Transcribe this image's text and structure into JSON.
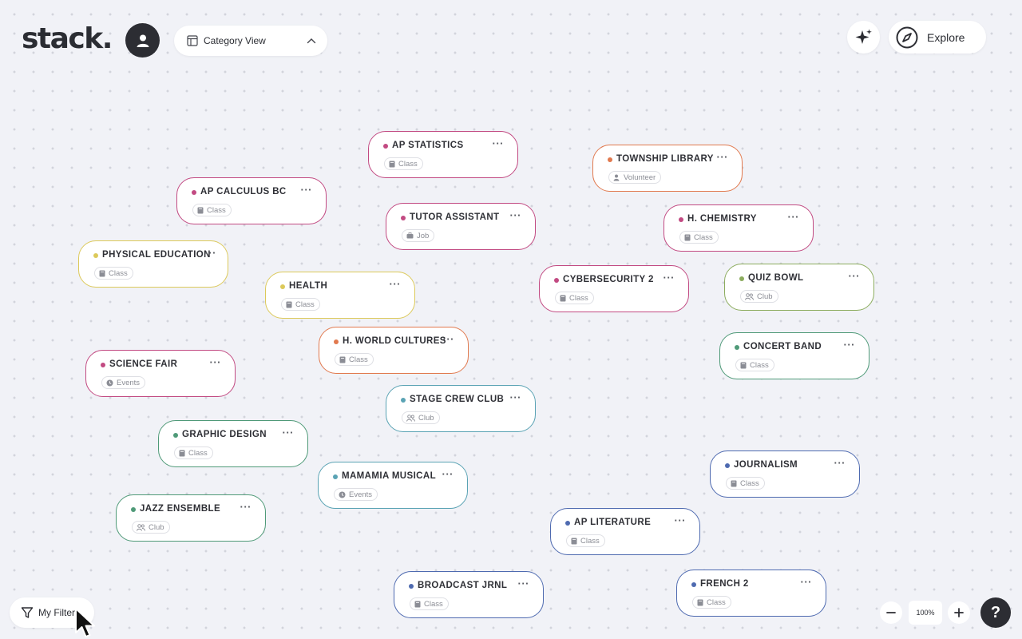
{
  "header": {
    "logo": "stack.",
    "view_selector": {
      "label": "Category View"
    },
    "explore_label": "Explore"
  },
  "cards": [
    {
      "title": "AP STATISTICS",
      "tag": "Class",
      "tag_icon": "book-icon",
      "color": "#c24a82"
    },
    {
      "title": "TOWNSHIP LIBRARY",
      "tag": "Volunteer",
      "tag_icon": "volunteer-icon",
      "color": "#e1794e"
    },
    {
      "title": "AP CALCULUS BC",
      "tag": "Class",
      "tag_icon": "book-icon",
      "color": "#c24a82"
    },
    {
      "title": "TUTOR ASSISTANT",
      "tag": "Job",
      "tag_icon": "briefcase-icon",
      "color": "#c24a82"
    },
    {
      "title": "H. CHEMISTRY",
      "tag": "Class",
      "tag_icon": "book-icon",
      "color": "#c24a82"
    },
    {
      "title": "PHYSICAL EDUCATION",
      "tag": "Class",
      "tag_icon": "book-icon",
      "color": "#dcc95a"
    },
    {
      "title": "HEALTH",
      "tag": "Class",
      "tag_icon": "book-icon",
      "color": "#dcc95a"
    },
    {
      "title": "CYBERSECURITY 2",
      "tag": "Class",
      "tag_icon": "book-icon",
      "color": "#c24a82"
    },
    {
      "title": "QUIZ BOWL",
      "tag": "Club",
      "tag_icon": "people-icon",
      "color": "#8cac5e"
    },
    {
      "title": "H. WORLD CULTURES",
      "tag": "Class",
      "tag_icon": "book-icon",
      "color": "#e1794e"
    },
    {
      "title": "CONCERT BAND",
      "tag": "Class",
      "tag_icon": "book-icon",
      "color": "#4f9a78"
    },
    {
      "title": "SCIENCE FAIR",
      "tag": "Events",
      "tag_icon": "clock-icon",
      "color": "#c24a82"
    },
    {
      "title": "STAGE CREW CLUB",
      "tag": "Club",
      "tag_icon": "people-icon",
      "color": "#5aa3b4"
    },
    {
      "title": "GRAPHIC DESIGN",
      "tag": "Class",
      "tag_icon": "book-icon",
      "color": "#4f9a78"
    },
    {
      "title": "JOURNALISM",
      "tag": "Class",
      "tag_icon": "book-icon",
      "color": "#4e6ab0"
    },
    {
      "title": "MAMAMIA MUSICAL",
      "tag": "Events",
      "tag_icon": "clock-icon",
      "color": "#5aa3b4"
    },
    {
      "title": "JAZZ ENSEMBLE",
      "tag": "Club",
      "tag_icon": "people-icon",
      "color": "#4f9a78"
    },
    {
      "title": "AP LITERATURE",
      "tag": "Class",
      "tag_icon": "book-icon",
      "color": "#4e6ab0"
    },
    {
      "title": "BROADCAST JRNL",
      "tag": "Class",
      "tag_icon": "book-icon",
      "color": "#4e6ab0"
    },
    {
      "title": "FRENCH 2",
      "tag": "Class",
      "tag_icon": "book-icon",
      "color": "#4e6ab0"
    }
  ],
  "footer": {
    "filters_label": "My Filters",
    "zoom_level": "100%",
    "help_label": "?"
  }
}
